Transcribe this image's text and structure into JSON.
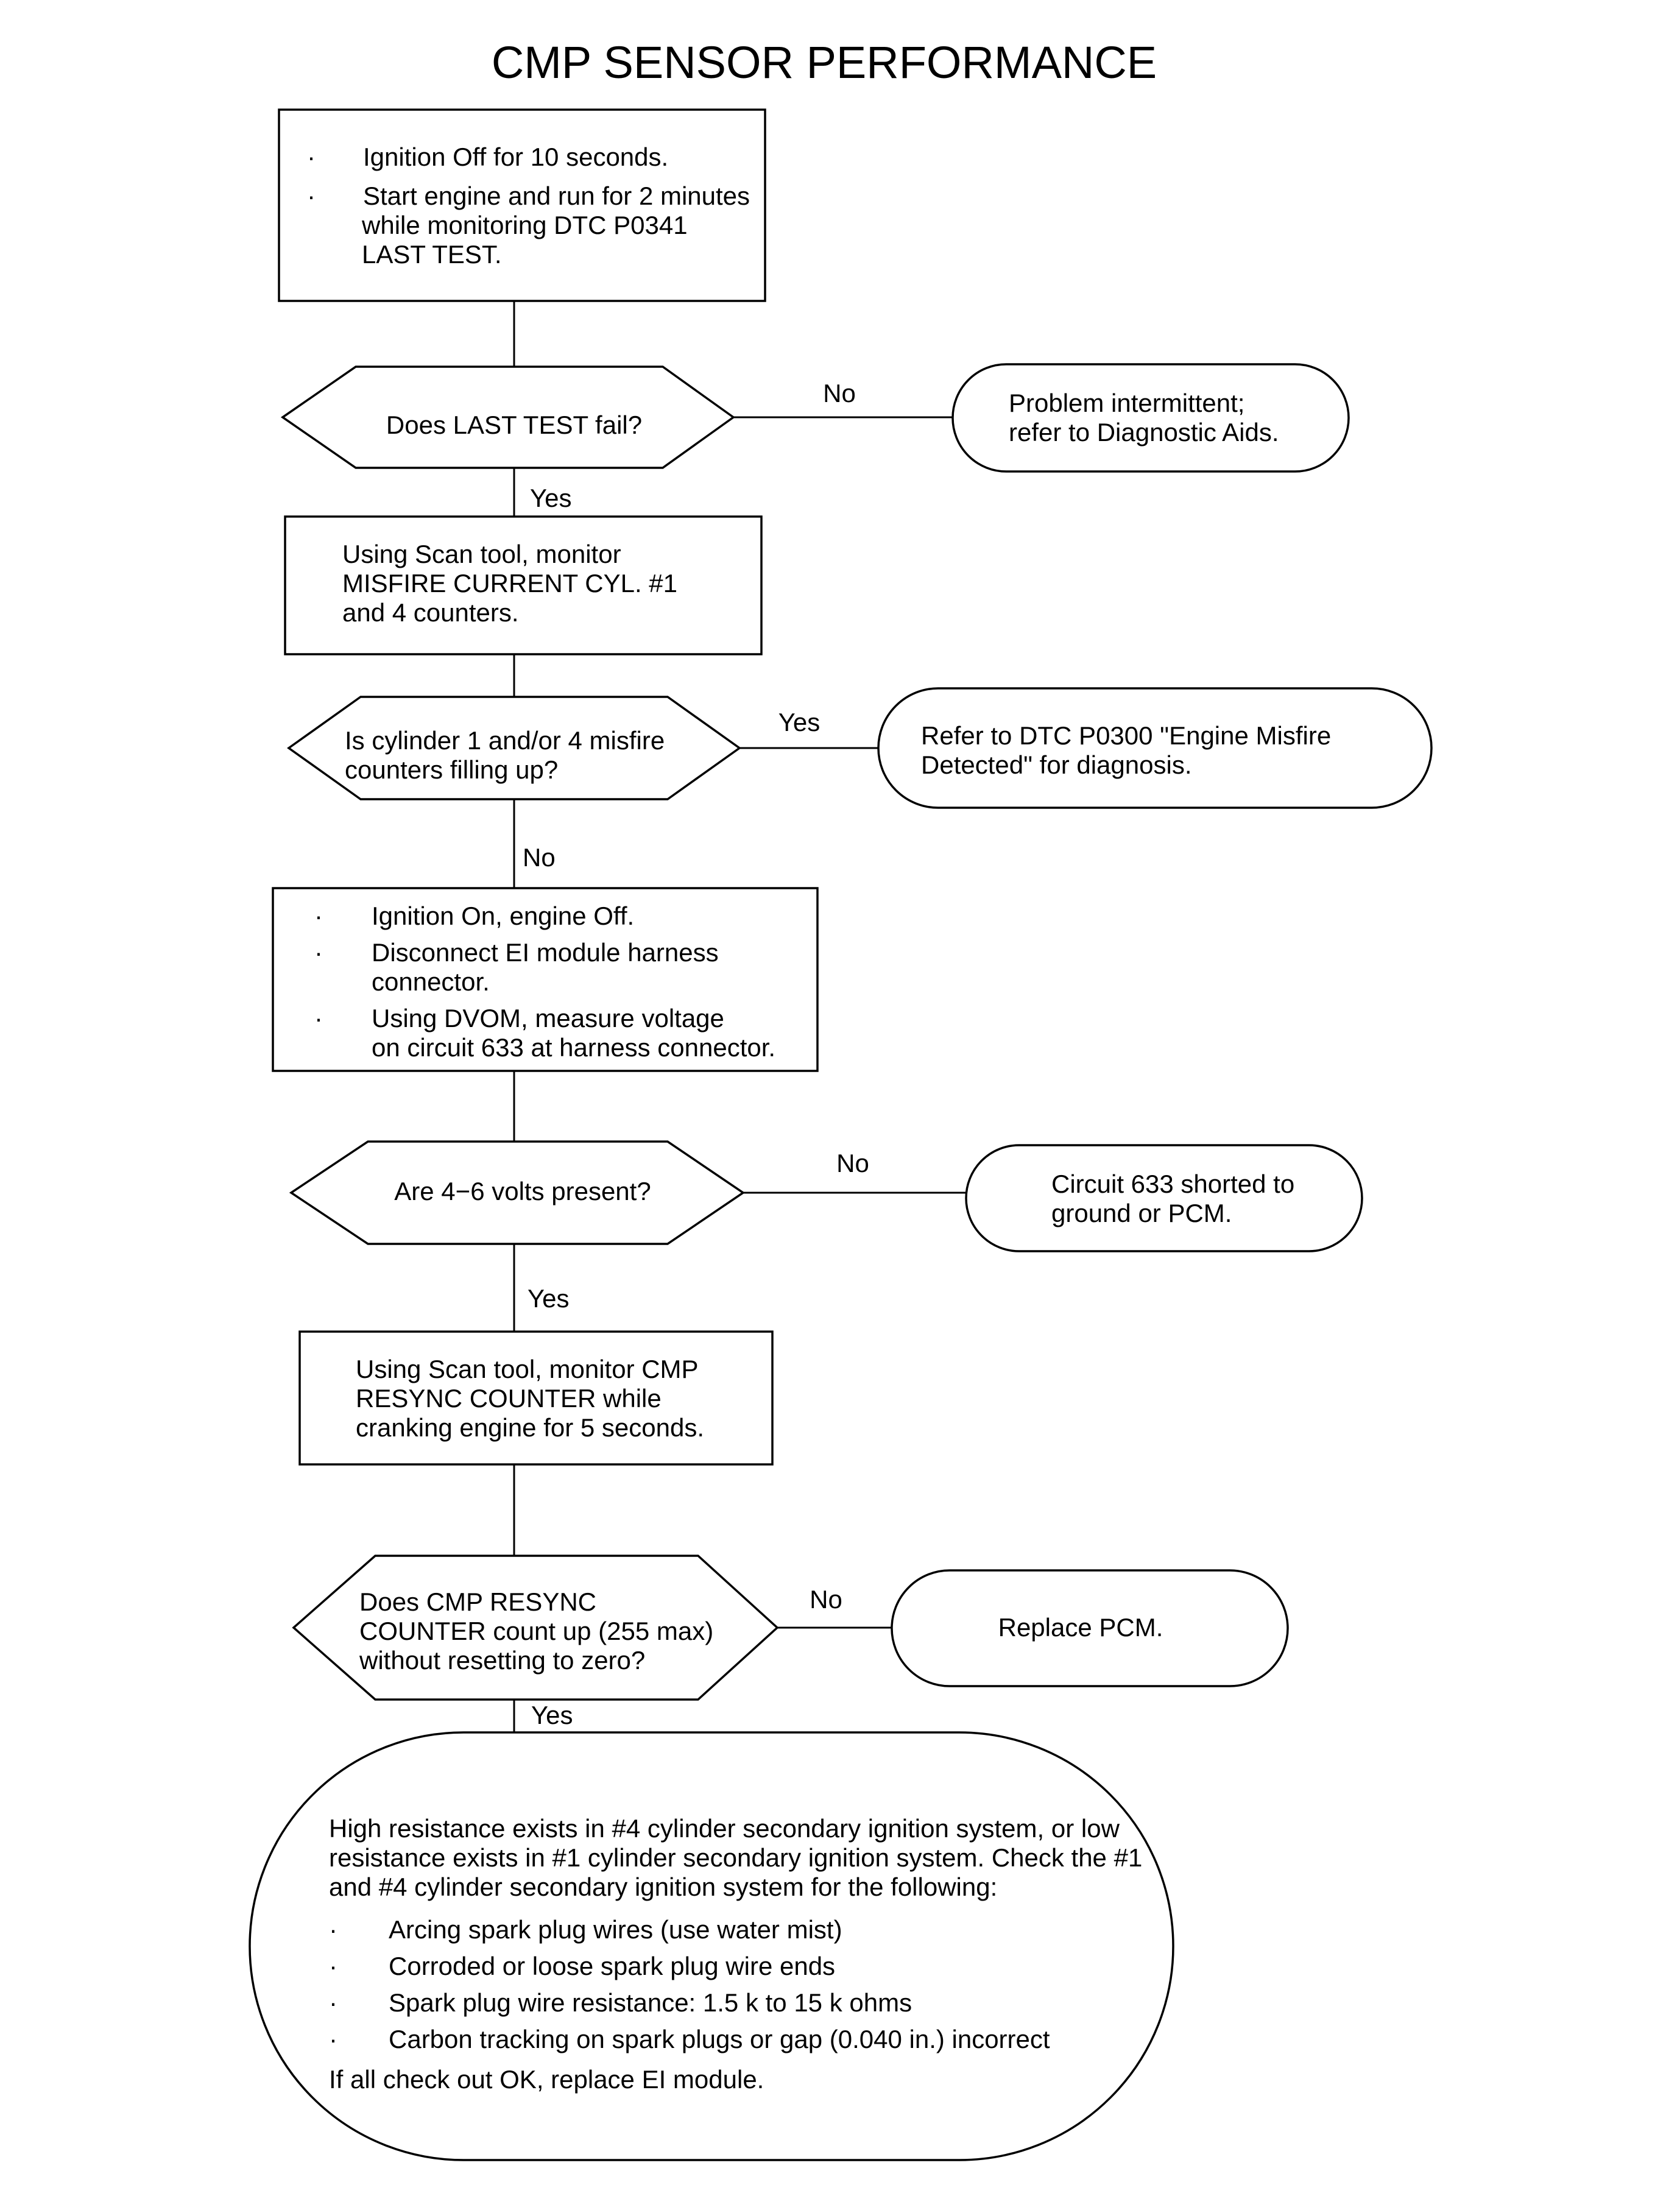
{
  "title": "CMP SENSOR PERFORMANCE",
  "bullet": "·",
  "nodes": {
    "step1": {
      "bullets": [
        "Ignition Off for 10 seconds.",
        "Start engine and run for 2 minutes"
      ],
      "cont": [
        "while monitoring DTC P0341",
        "LAST TEST."
      ]
    },
    "q1": {
      "lines": [
        "Does LAST TEST fail?"
      ]
    },
    "t1": {
      "lines": [
        "Problem intermittent;",
        "refer to Diagnostic Aids."
      ]
    },
    "step2": {
      "lines": [
        "Using Scan tool, monitor",
        "MISFIRE CURRENT CYL. #1",
        "and 4 counters."
      ]
    },
    "q2": {
      "lines": [
        "Is cylinder 1 and/or 4 misfire",
        "counters filling up?"
      ]
    },
    "t2": {
      "lines": [
        "Refer to DTC P0300 \"Engine Misfire",
        "Detected\" for diagnosis."
      ]
    },
    "step3": {
      "items": [
        [
          "Ignition On, engine Off."
        ],
        [
          "Disconnect EI module harness",
          "connector."
        ],
        [
          "Using DVOM, measure voltage",
          "on circuit 633 at harness connector."
        ]
      ]
    },
    "q3": {
      "lines": [
        "Are 4−6 volts present?"
      ]
    },
    "t3": {
      "lines": [
        "Circuit 633 shorted to",
        "ground or PCM."
      ]
    },
    "step4": {
      "lines": [
        "Using Scan tool, monitor CMP",
        "RESYNC COUNTER while",
        "cranking engine for 5 seconds."
      ]
    },
    "q4": {
      "lines": [
        "Does CMP RESYNC",
        "COUNTER count up (255 max)",
        "without resetting to zero?"
      ]
    },
    "t4": {
      "lines": [
        "Replace PCM."
      ]
    },
    "final": {
      "intro": [
        "High resistance exists in #4 cylinder secondary ignition system, or low",
        "resistance exists in #1 cylinder secondary ignition system. Check the #1",
        "and #4 cylinder secondary ignition system for the following:"
      ],
      "bullets": [
        "Arcing spark plug wires (use water mist)",
        "Corroded or loose spark plug wire ends",
        "Spark plug wire resistance: 1.5 k to 15 k ohms",
        "Carbon tracking on spark plugs or gap (0.040 in.) incorrect"
      ],
      "outro": "If all check out OK, replace EI module."
    }
  },
  "edges": {
    "q1_no": "No",
    "q1_yes": "Yes",
    "q2_yes": "Yes",
    "q2_no": "No",
    "q3_no": "No",
    "q3_yes": "Yes",
    "q4_no": "No",
    "q4_yes": "Yes"
  }
}
